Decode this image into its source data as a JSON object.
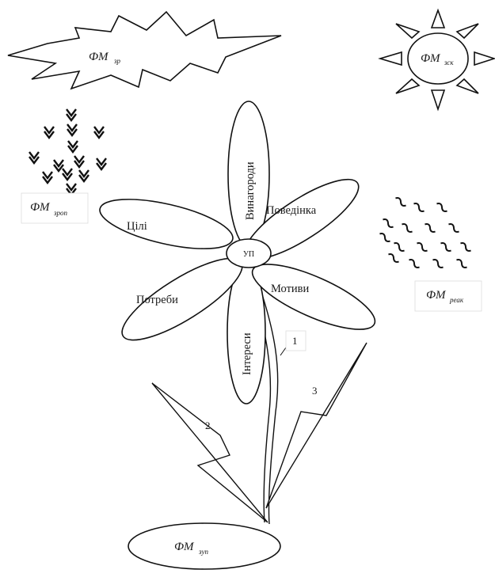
{
  "center": {
    "label": "УП"
  },
  "petals": {
    "top": "Винагороди",
    "right_upper": "Поведінка",
    "left_upper": "Цілі",
    "left_lower": "Потреби",
    "right_lower": "Мотиви",
    "bottom": "Інтереси"
  },
  "factors": {
    "zr": {
      "main": "ФМ",
      "sub": "зр"
    },
    "zsk": {
      "main": "ФМ",
      "sub": "зск"
    },
    "zrop": {
      "main": "ФМ",
      "sub": "зроп"
    },
    "reak": {
      "main": "ФМ",
      "sub": "реак"
    },
    "zup": {
      "main": "ФМ",
      "sub": "зуп"
    }
  },
  "numbers": {
    "stem": "1",
    "leaf_left": "2",
    "leaf_right": "3"
  }
}
